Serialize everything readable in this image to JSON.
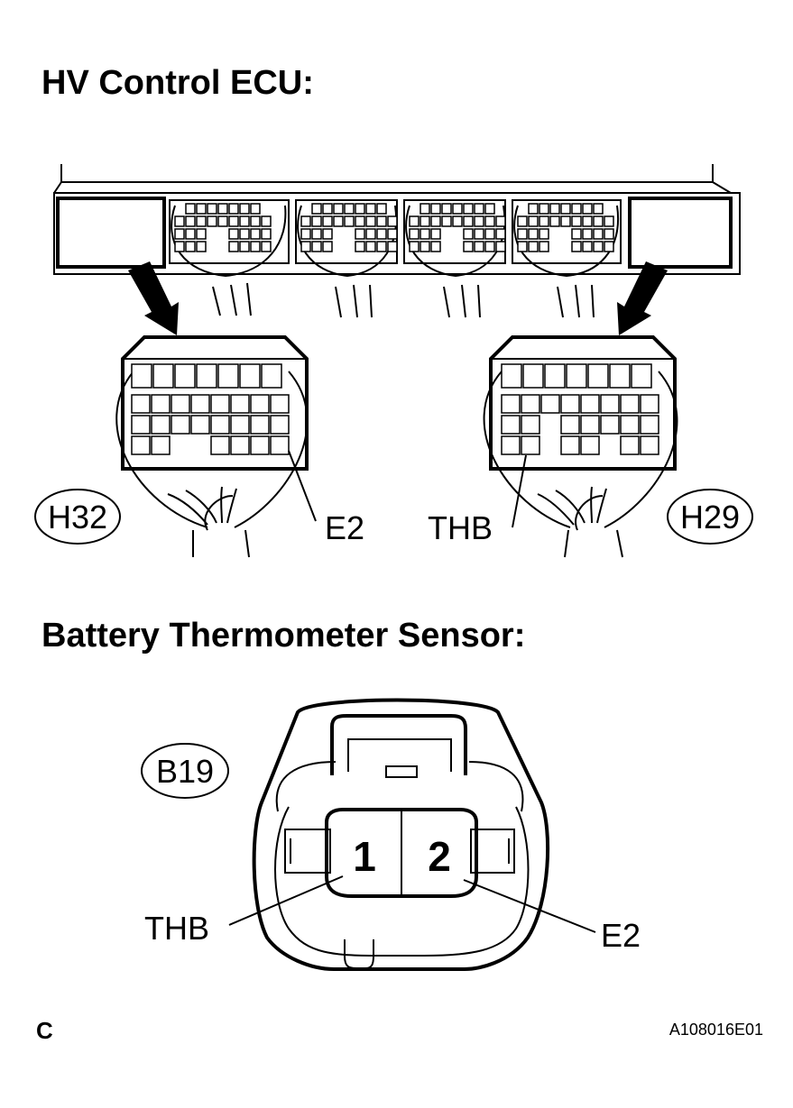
{
  "ecu_section": {
    "title": "HV Control ECU:"
  },
  "connectors": {
    "h32": {
      "code": "H32",
      "terminal": "E2"
    },
    "h29": {
      "code": "H29",
      "terminal": "THB"
    }
  },
  "sensor_section": {
    "title": "Battery Thermometer Sensor:",
    "code": "B19",
    "pin_1": "1",
    "pin_2": "2",
    "label_left": "THB",
    "label_right": "E2"
  },
  "footer": {
    "corner": "C",
    "figure_id": "A108016E01"
  }
}
